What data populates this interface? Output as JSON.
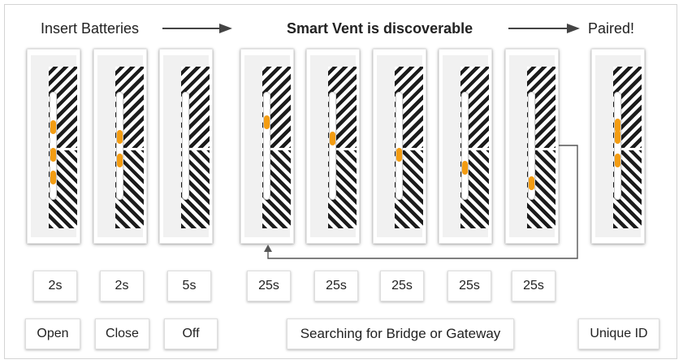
{
  "phases": {
    "insert": "Insert Batteries",
    "discoverable": "Smart Vent is discoverable",
    "paired": "Paired!"
  },
  "vents": [
    {
      "leds": [
        0.32,
        0.58,
        0.79
      ]
    },
    {
      "leds": [
        0.41,
        0.63
      ]
    },
    {
      "leds": []
    },
    {
      "leds": [
        0.28
      ]
    },
    {
      "leds": [
        0.43
      ]
    },
    {
      "leds": [
        0.58
      ]
    },
    {
      "leds": [
        0.7
      ]
    },
    {
      "leds": [
        0.84
      ]
    },
    {
      "leds": [
        0.31,
        0.41,
        0.63
      ]
    }
  ],
  "durations": [
    "2s",
    "2s",
    "5s",
    "25s",
    "25s",
    "25s",
    "25s",
    "25s"
  ],
  "labels": {
    "open": "Open",
    "close": "Close",
    "off": "Off",
    "searching": "Searching for Bridge or Gateway",
    "unique_id": "Unique ID"
  },
  "colors": {
    "led": "#f39c12",
    "stripe": "#1c1c1c",
    "arrow": "#444444"
  }
}
